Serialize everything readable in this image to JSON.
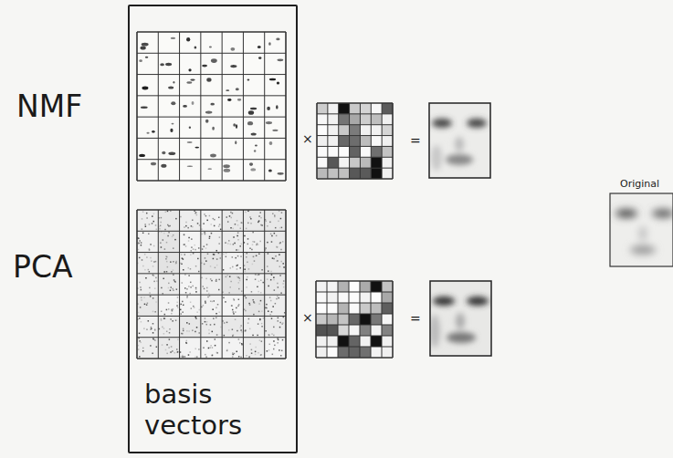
{
  "diagram": {
    "nodes": [
      {
        "text": [
          "basis vectors"
        ]
      }
    ],
    "labels": [
      "NMF",
      "×",
      "=",
      "Original",
      "PCA",
      "×",
      "="
    ]
  }
}
